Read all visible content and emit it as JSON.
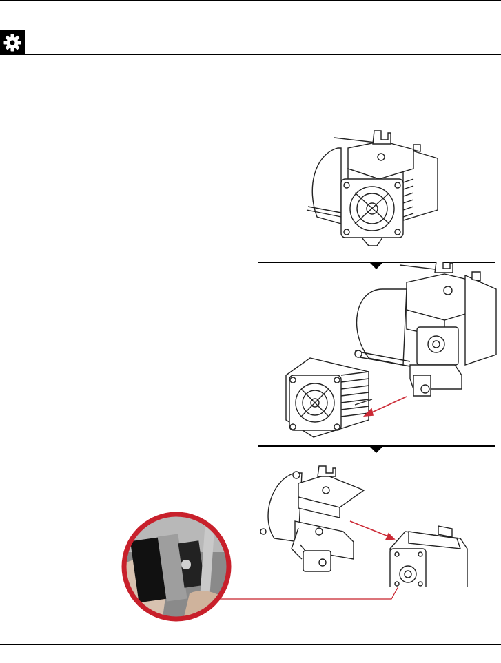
{
  "header": {
    "icon": "gear-icon",
    "icon_color": "#ffffff",
    "icon_background": "#000000"
  },
  "figures": [
    {
      "name": "assembled-extruder",
      "icon": "extruder-assembly-illustration"
    },
    {
      "name": "fan-removal",
      "icon": "fan-removal-illustration",
      "arrow_color": "#cc2a36"
    },
    {
      "name": "motor-removal",
      "icon": "motor-removal-illustration",
      "arrow_color": "#cc2a36"
    },
    {
      "name": "motor-shaft-photo-inset",
      "icon": "motor-shaft-photo",
      "border_color": "#c8202b"
    }
  ],
  "footer": {
    "page_number": ""
  }
}
